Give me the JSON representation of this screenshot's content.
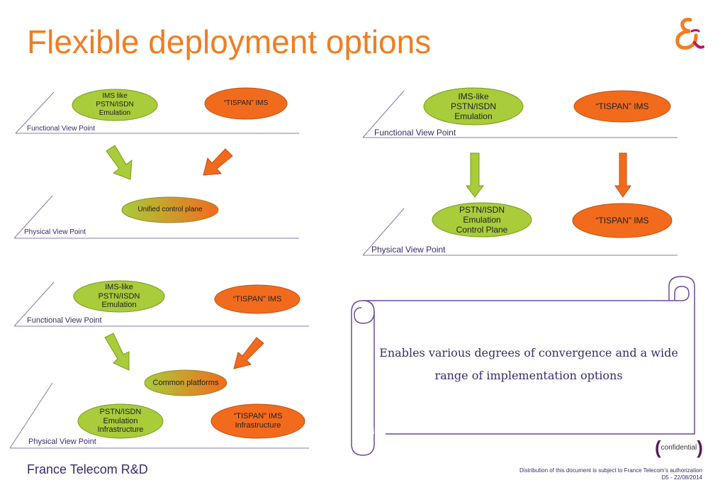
{
  "slide": {
    "title": "Flexible deployment options",
    "footer_company": "France Telecom R&D",
    "confidential_label": "confidential",
    "distribution_note": "Distribution of this document is subject to France Telecom's authorization",
    "document_ref": "D5 - 22/08/2014"
  },
  "diagram_top_left": {
    "functional_label": "Functional View Point",
    "physical_label": "Physical View Point",
    "ims_like": "IMS like\nPSTN/ISDN\nEmulation",
    "tispan_ims": "“TISPAN” IMS",
    "unified": "Unified control plane"
  },
  "diagram_top_right": {
    "functional_label": "Functional View Point",
    "physical_label": "Physical View Point",
    "ims_like": "IMS-like\nPSTN/ISDN\nEmulation",
    "tispan_ims": "“TISPAN” IMS",
    "pstn_control": "PSTN/ISDN\nEmulation\nControl Plane",
    "tispan_ims_physical": "“TISPAN” IMS"
  },
  "diagram_bottom_left": {
    "functional_label": "Functional View Point",
    "physical_label": "Physical View Point",
    "ims_like": "IMS-like\nPSTN/ISDN\nEmulation",
    "tispan_ims": "“TISPAN” IMS",
    "common": "Common platforms",
    "pstn_infra": "PSTN/ISDN\nEmulation\nInfrastructure",
    "tispan_infra": "“TISPAN” IMS\nInfrastructure"
  },
  "scroll_note": "Enables various degrees of convergence and a wide range of implementation options",
  "colors": {
    "title_orange": "#f07d23",
    "green_fill": "#a8cc3a",
    "orange_fill": "#f26b1d",
    "line_purple": "#8a77b0",
    "text_purple": "#3a2a6a"
  },
  "icons": {
    "logo": "france-telecom-ampersand-logo"
  }
}
